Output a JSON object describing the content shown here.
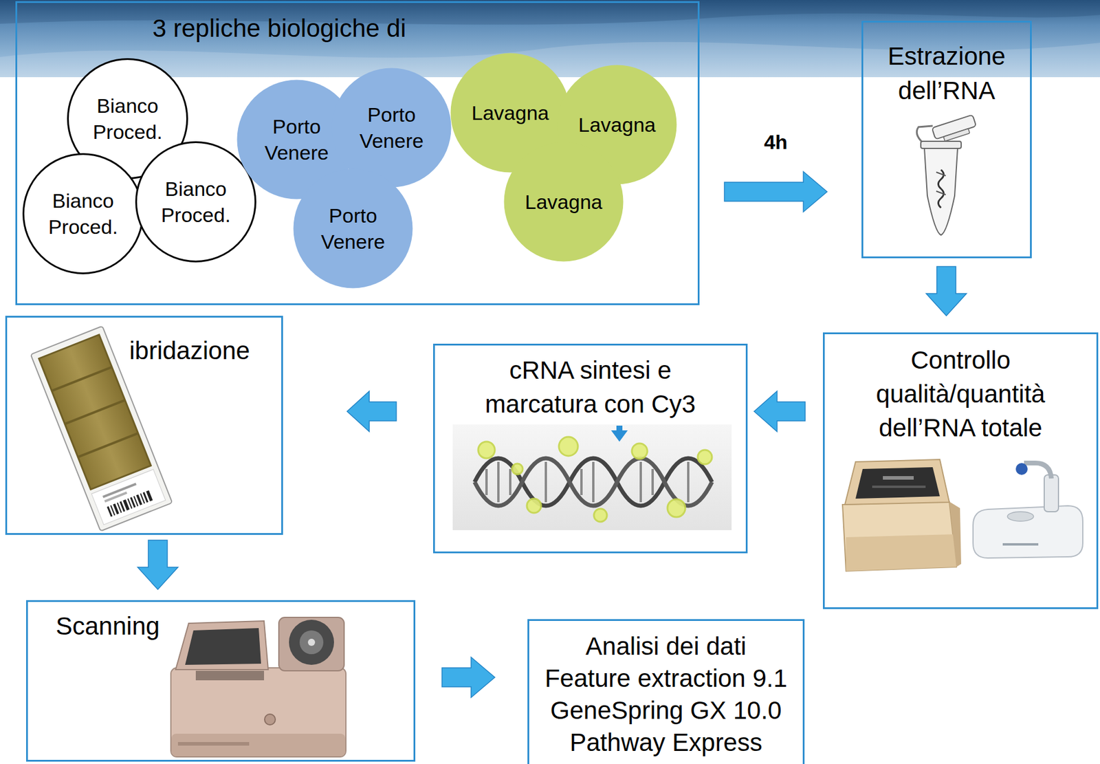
{
  "diagram": {
    "nodes": [
      {
        "text": [
          "3 repliche biologiche di"
        ]
      },
      {
        "text": [
          "Bianco Proced."
        ],
        "in": 0
      },
      {
        "text": [
          "Bianco Proced."
        ],
        "in": 0
      },
      {
        "text": [
          "Bianco Proced."
        ],
        "in": 0
      },
      {
        "text": [
          "Porto Venere"
        ],
        "in": 0
      },
      {
        "text": [
          "Porto Venere"
        ],
        "in": 0
      },
      {
        "text": [
          "Porto Venere"
        ],
        "in": 0
      },
      {
        "text": [
          "Lavagna"
        ],
        "in": 0
      },
      {
        "text": [
          "Lavagna"
        ],
        "in": 0
      },
      {
        "text": [
          "Lavagna"
        ],
        "in": 0
      },
      {
        "text": [
          "Estrazione dell’RNA"
        ]
      },
      {
        "text": [
          "Controllo qualità/quantità dell’RNA totale"
        ]
      },
      {
        "text": [
          "cRNA sintesi e marcatura con Cy3"
        ]
      },
      {
        "text": [
          "ibridazione"
        ]
      },
      {
        "text": [
          "Scanning"
        ]
      },
      {
        "text": [
          "Analisi dei dati",
          "Feature extraction 9.1",
          "GeneSpring GX 10.0",
          "Pathway Express"
        ]
      }
    ],
    "edges": [
      {
        "from": 0,
        "to": 10,
        "arrow": "to",
        "label": "4h"
      },
      {
        "from": 10,
        "to": 11,
        "arrow": "to"
      },
      {
        "from": 11,
        "to": 12,
        "arrow": "to"
      },
      {
        "from": 12,
        "to": 13,
        "arrow": "to"
      },
      {
        "from": 13,
        "to": 14,
        "arrow": "to"
      },
      {
        "from": 14,
        "to": 15,
        "arrow": "to"
      }
    ]
  }
}
